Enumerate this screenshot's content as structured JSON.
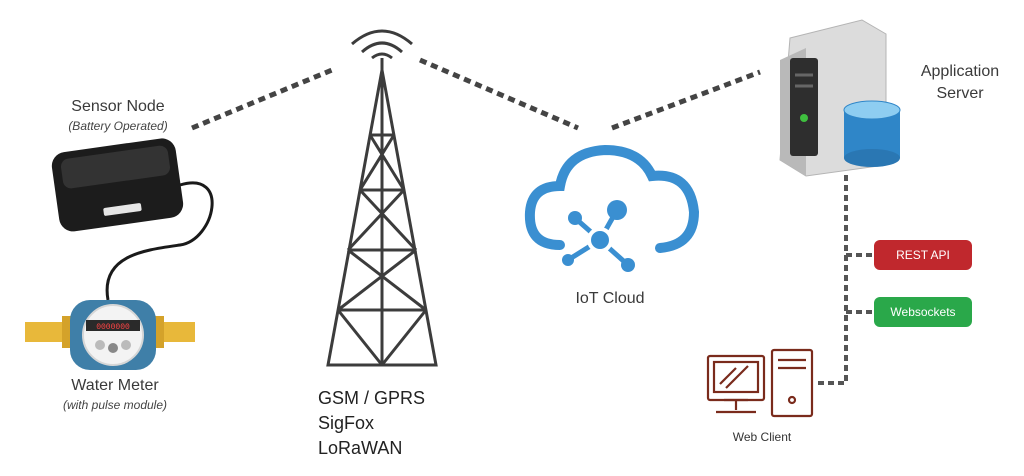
{
  "labels": {
    "sensor_node": "Sensor Node",
    "sensor_node_sub": "(Battery Operated)",
    "water_meter": "Water Meter",
    "water_meter_sub": "(with pulse module)",
    "iot_cloud": "IoT Cloud",
    "app_server_line1": "Application",
    "app_server_line2": "Server",
    "web_client": "Web Client"
  },
  "networks": [
    "GSM / GPRS",
    "SigFox",
    "LoRaWAN"
  ],
  "interfaces": {
    "rest_api": "REST API",
    "websockets": "Websockets"
  },
  "meter_display": "0000000",
  "colors": {
    "cloud": "#3a8fd1",
    "rest_api": "#c0282d",
    "websockets": "#2aa84a",
    "tower": "#3c3c3c",
    "link": "#444444",
    "web_client": "#7a2b1c"
  }
}
